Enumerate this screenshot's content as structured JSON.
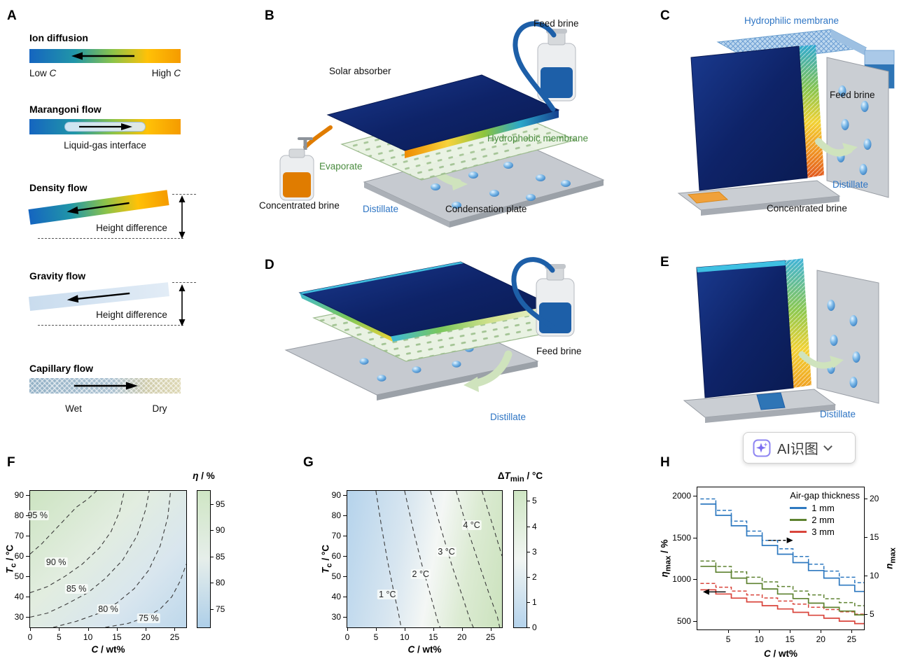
{
  "panels": {
    "A": {
      "letter": "A",
      "ion": {
        "title": "Ion diffusion",
        "low": "Low *C*",
        "high": "High *C*",
        "arrow": "left"
      },
      "marangoni": {
        "title": "Marangoni flow",
        "caption": "Liquid-gas interface",
        "arrow": "right"
      },
      "density": {
        "title": "Density flow",
        "caption": "Height difference",
        "arrow": "left"
      },
      "gravity": {
        "title": "Gravity flow",
        "caption": "Height difference",
        "arrow": "left"
      },
      "capillary": {
        "title": "Capillary flow",
        "wet": "Wet",
        "dry": "Dry",
        "arrow": "right"
      }
    },
    "B": {
      "letter": "B",
      "feed_brine": "Feed brine",
      "solar_absorber": "Solar absorber",
      "hydrophobic_membrane": "Hydrophobic membrane",
      "evaporate": "Evaporate",
      "concentrated_brine": "Concentrated brine",
      "distillate": "Distillate",
      "condensation_plate": "Condensation plate"
    },
    "C": {
      "letter": "C",
      "hydrophilic_membrane": "Hydrophilic membrane",
      "feed_brine": "Feed brine",
      "distillate": "Distillate",
      "concentrated_brine": "Concentrated brine"
    },
    "D": {
      "letter": "D",
      "feed_brine": "Feed brine",
      "distillate": "Distillate"
    },
    "E": {
      "letter": "E",
      "distillate": "Distillate"
    },
    "F": {
      "letter": "F"
    },
    "G": {
      "letter": "G"
    },
    "H": {
      "letter": "H"
    }
  },
  "overlay": {
    "ai_button": {
      "label": "AI识图",
      "icon": "sparkle-icon",
      "chevron": "chevron-down-icon"
    }
  },
  "colors": {
    "distillate_blue": "#2e75c4",
    "membrane_green": "#4a8c3f",
    "series_blue": "#2e79c0",
    "series_green": "#5e8230",
    "series_red": "#d9453c"
  },
  "chart_data": [
    {
      "id": "F",
      "type": "contour",
      "xlabel": "*C* / wt%",
      "ylabel": "*T*_c_ / °C",
      "xlim": [
        0,
        27
      ],
      "ylim": [
        25,
        92
      ],
      "xticks": [
        0,
        5,
        10,
        15,
        20,
        25
      ],
      "yticks": [
        30,
        40,
        50,
        60,
        70,
        80,
        90
      ],
      "grid": false,
      "bg": "linear-gradient(135deg, #cde4c2 0%, #e2ede0 40%, #d9e6ee 70%, #bed8ec 100%)",
      "colorbar": {
        "label": "*η* / %",
        "ticks": [
          75,
          80,
          85,
          90,
          95
        ],
        "range": [
          71.5,
          97.5
        ],
        "stops": [
          "#aecfe9",
          "#e6eeea",
          "#cfe6c4"
        ]
      },
      "contours": [
        {
          "label": "95 %",
          "label_at": [
            1.3,
            80
          ],
          "points": [
            [
              0,
              61
            ],
            [
              2,
              66
            ],
            [
              4,
              72
            ],
            [
              6,
              78
            ],
            [
              8,
              84
            ],
            [
              10,
              88
            ],
            [
              11.5,
              92
            ]
          ]
        },
        {
          "label": "90 %",
          "label_at": [
            4.5,
            57
          ],
          "points": [
            [
              0,
              42
            ],
            [
              3,
              45
            ],
            [
              6,
              50
            ],
            [
              9,
              56
            ],
            [
              12,
              64
            ],
            [
              14,
              72
            ],
            [
              15.5,
              82
            ],
            [
              16.3,
              92
            ]
          ]
        },
        {
          "label": "85 %",
          "label_at": [
            8,
            44
          ],
          "points": [
            [
              0,
              30
            ],
            [
              3,
              32
            ],
            [
              6,
              36
            ],
            [
              10,
              42
            ],
            [
              13,
              49
            ],
            [
              16,
              58
            ],
            [
              18.5,
              70
            ],
            [
              20,
              83
            ],
            [
              20.6,
              92
            ]
          ]
        },
        {
          "label": "80 %",
          "label_at": [
            13.5,
            34
          ],
          "points": [
            [
              4,
              25
            ],
            [
              8,
              28
            ],
            [
              12,
              32
            ],
            [
              15,
              37
            ],
            [
              18,
              44
            ],
            [
              20.5,
              53
            ],
            [
              22.5,
              65
            ],
            [
              23.8,
              79
            ],
            [
              24.3,
              92
            ]
          ]
        },
        {
          "label": "75 %",
          "label_at": [
            20.5,
            29.5
          ],
          "points": [
            [
              13,
              25
            ],
            [
              17,
              27
            ],
            [
              20,
              30
            ],
            [
              22.5,
              34
            ],
            [
              24.5,
              40
            ],
            [
              26,
              48
            ],
            [
              27,
              56
            ]
          ]
        }
      ]
    },
    {
      "id": "G",
      "type": "contour",
      "xlabel": "*C* / wt%",
      "ylabel": "*T*_c_ / °C",
      "xlim": [
        0,
        27
      ],
      "ylim": [
        25,
        92
      ],
      "xticks": [
        0,
        5,
        10,
        15,
        20,
        25
      ],
      "yticks": [
        30,
        40,
        50,
        60,
        70,
        80,
        90
      ],
      "grid": false,
      "bg": "linear-gradient(100deg, #b5d3ec 0%, #d8e6f0 35%, #f4f7f5 55%, #dcebd3 75%, #cbe2bd 100%)",
      "colorbar": {
        "label": "Δ*T*_min_ / °C",
        "ticks": [
          0,
          1,
          2,
          3,
          4,
          5
        ],
        "range": [
          0,
          5.4
        ],
        "stops": [
          "#b5d3ec",
          "#f2f6f3",
          "#cfe6c4"
        ]
      },
      "contours": [
        {
          "label": "1 °C",
          "label_at": [
            7,
            41
          ],
          "points": [
            [
              5,
              92
            ],
            [
              6,
              74
            ],
            [
              7,
              58
            ],
            [
              8,
              44
            ],
            [
              9,
              31
            ],
            [
              9.4,
              25
            ]
          ]
        },
        {
          "label": "2 °C",
          "label_at": [
            12.8,
            51
          ],
          "points": [
            [
              10,
              92
            ],
            [
              11.5,
              73
            ],
            [
              13,
              56
            ],
            [
              14.5,
              41
            ],
            [
              15.8,
              28
            ],
            [
              16.2,
              25
            ]
          ]
        },
        {
          "label": "3 °C",
          "label_at": [
            17.3,
            62
          ],
          "points": [
            [
              14.5,
              92
            ],
            [
              16.5,
              72
            ],
            [
              18.3,
              55
            ],
            [
              20,
              41
            ],
            [
              21.5,
              28
            ],
            [
              22,
              25
            ]
          ]
        },
        {
          "label": "4 °C",
          "label_at": [
            21.7,
            75
          ],
          "points": [
            [
              19,
              92
            ],
            [
              21,
              73
            ],
            [
              23,
              56
            ],
            [
              24.8,
              41
            ],
            [
              26.2,
              30
            ],
            [
              26.6,
              25
            ]
          ]
        },
        {
          "label": "",
          "label_at": [
            26,
            90
          ],
          "points": [
            [
              23.5,
              92
            ],
            [
              25.5,
              74
            ],
            [
              27,
              60
            ]
          ]
        }
      ]
    },
    {
      "id": "H",
      "type": "step",
      "xlabel": "*C* / wt%",
      "ylabel_left": "*η*_max_ / %",
      "ylabel_right": "*n*_max_",
      "xlim": [
        0,
        27
      ],
      "xticks": [
        5,
        10,
        15,
        20,
        25
      ],
      "ylim_left": [
        400,
        2100
      ],
      "yticks_left": [
        500,
        1000,
        1500,
        2000
      ],
      "ylim_right": [
        3,
        21.5
      ],
      "yticks_right": [
        5,
        10,
        15,
        20
      ],
      "legend": {
        "title": "Air-gap thickness",
        "entries": [
          {
            "label": "1 mm",
            "color": "#2e79c0"
          },
          {
            "label": "2 mm",
            "color": "#5e8230"
          },
          {
            "label": "3 mm",
            "color": "#d9453c"
          }
        ]
      },
      "x_edges": [
        0.5,
        3,
        5.5,
        8,
        10.5,
        13,
        15.5,
        18,
        20.5,
        23,
        25.5,
        27
      ],
      "series_solid": [
        {
          "name": "1 mm eta_max",
          "color": "#2e79c0",
          "values": [
            1900,
            1765,
            1640,
            1520,
            1405,
            1300,
            1200,
            1105,
            1015,
            930,
            855
          ]
        },
        {
          "name": "2 mm eta_max",
          "color": "#5e8230",
          "values": [
            1155,
            1085,
            1015,
            950,
            885,
            825,
            770,
            715,
            665,
            620,
            575
          ]
        },
        {
          "name": "3 mm eta_max",
          "color": "#d9453c",
          "values": [
            875,
            825,
            775,
            730,
            685,
            645,
            605,
            570,
            535,
            500,
            470
          ]
        }
      ],
      "series_dashed": [
        {
          "name": "1 mm n_max",
          "color": "#2e79c0",
          "values": [
            20.0,
            18.5,
            17.1,
            15.8,
            14.6,
            13.5,
            12.5,
            11.5,
            10.6,
            9.8,
            9.1
          ]
        },
        {
          "name": "2 mm n_max",
          "color": "#5e8230",
          "values": [
            11.9,
            11.2,
            10.5,
            9.8,
            9.2,
            8.6,
            8.0,
            7.5,
            7.0,
            6.5,
            6.1
          ]
        },
        {
          "name": "3 mm n_max",
          "color": "#d9453c",
          "values": [
            9.0,
            8.5,
            8.0,
            7.5,
            7.1,
            6.7,
            6.3,
            5.9,
            5.6,
            5.3,
            5.0
          ]
        }
      ],
      "annotations": [
        {
          "style": "solid",
          "axis": "left",
          "x1": 4.6,
          "x2": 0.9,
          "y": 850
        },
        {
          "style": "dashed",
          "axis": "right",
          "x1": 11.5,
          "x2": 15.5,
          "y": 14.6
        }
      ]
    }
  ]
}
